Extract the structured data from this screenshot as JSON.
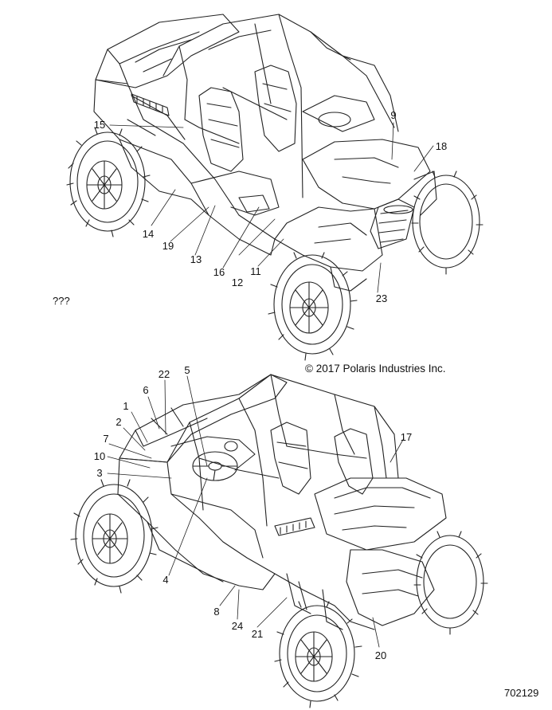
{
  "copyright": "© 2017 Polaris Industries Inc.",
  "unknown_marker": "???",
  "drawing_number": "702129",
  "top_view_callouts": [
    "15",
    "9",
    "18",
    "14",
    "19",
    "13",
    "16",
    "12",
    "11",
    "23"
  ],
  "bottom_view_callouts": [
    "22",
    "5",
    "6",
    "1",
    "2",
    "7",
    "10",
    "3",
    "17",
    "4",
    "8",
    "24",
    "21",
    "20"
  ]
}
